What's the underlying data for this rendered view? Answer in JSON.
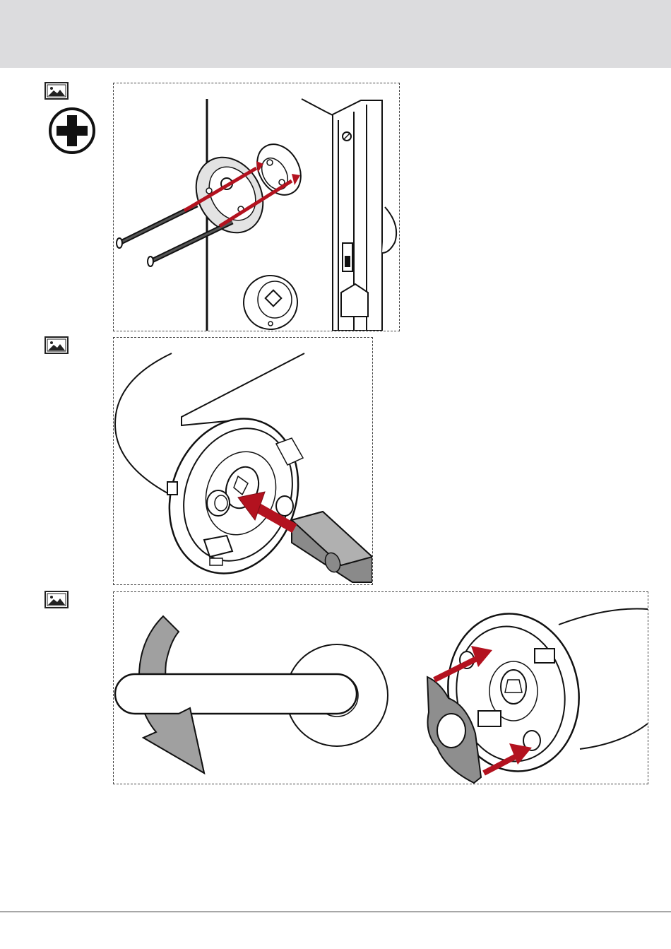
{
  "colors": {
    "header_band": "#dcdcde",
    "arrow_red": "#b3121f",
    "arrow_grey": "#a0a0a0",
    "line": "#111111"
  },
  "icons": {
    "image_placeholder": "image-icon",
    "tool": "phillips-screwdriver-icon",
    "rotate": "rotate-arrow-icon"
  },
  "steps": [
    {
      "illustration": "screws-into-rosette-and-handle-base"
    },
    {
      "illustration": "spindle-into-handle-base"
    },
    {
      "illustration": "handle-rotation-and-spacer-plate"
    }
  ]
}
